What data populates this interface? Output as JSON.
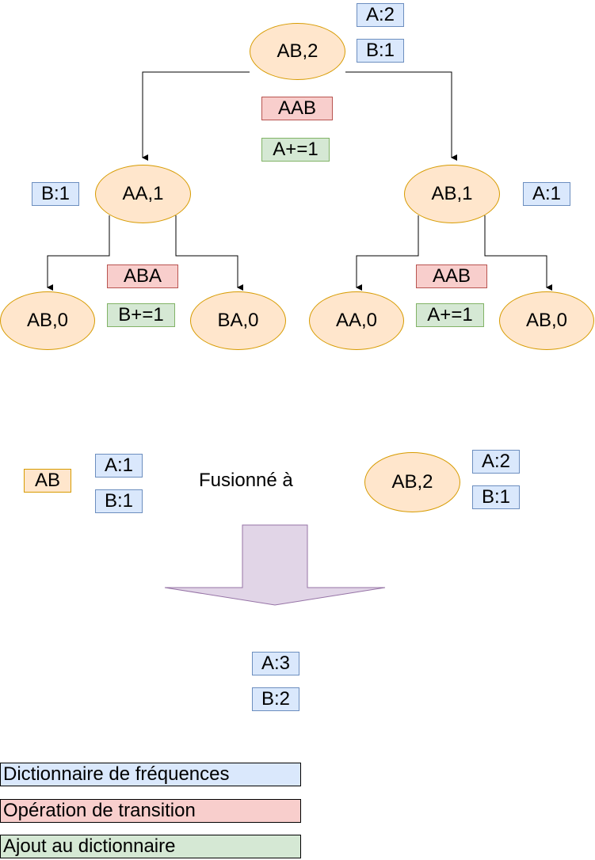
{
  "tree": {
    "root": {
      "label": "AB,2",
      "freq": [
        "A:2",
        "B:1"
      ]
    },
    "root_operation": "AAB",
    "root_addition": "A+=1",
    "left": {
      "label": "AA,1",
      "freq": [
        "B:1"
      ]
    },
    "right": {
      "label": "AB,1",
      "freq": [
        "A:1"
      ]
    },
    "left_operation": "ABA",
    "left_addition": "B+=1",
    "right_operation": "AAB",
    "right_addition": "A+=1",
    "leaves": [
      "AB,0",
      "BA,0",
      "AA,0",
      "AB,0"
    ]
  },
  "merge": {
    "token": "AB",
    "token_freq": [
      "A:1",
      "B:1"
    ],
    "label": "Fusionné à",
    "target": "AB,2",
    "target_freq": [
      "A:2",
      "B:1"
    ],
    "result_freq": [
      "A:3",
      "B:2"
    ]
  },
  "legend": {
    "frequency": "Dictionnaire de fréquences",
    "transition": "Opération de transition",
    "addition": "Ajout au dictionnaire"
  },
  "colors": {
    "node_fill": "#ffe6cc",
    "node_stroke": "#d79b00",
    "freq_fill": "#dae8fc",
    "freq_stroke": "#6c8ebf",
    "op_fill": "#f8cecc",
    "op_stroke": "#b85450",
    "add_fill": "#d5e8d4",
    "add_stroke": "#82b366",
    "arrow_fill": "#e1d5e7",
    "arrow_stroke": "#9673a6"
  }
}
